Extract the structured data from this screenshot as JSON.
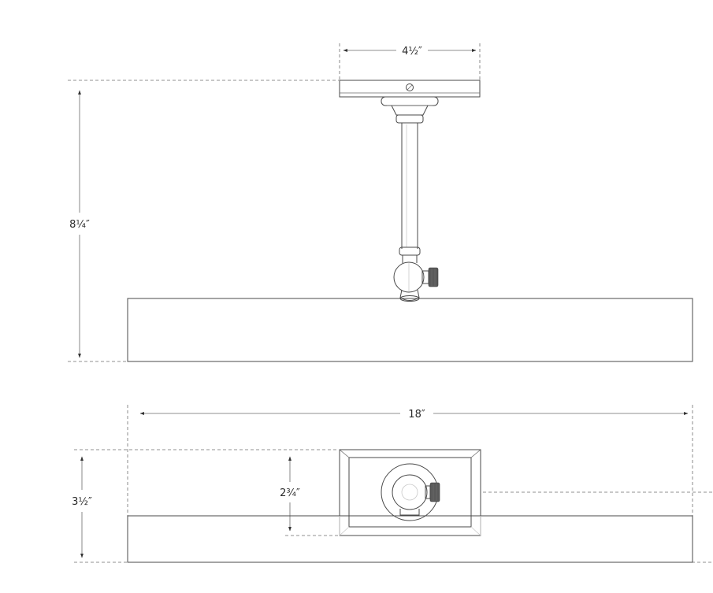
{
  "dimensions": {
    "canopy_width": "4½″",
    "overall_height": "8¼″",
    "shade_length": "18″",
    "overall_depth": "3½″",
    "canopy_depth": "2¾″"
  },
  "colors": {
    "line": "#4a4a4a",
    "knob": "#5a5a5a",
    "background": "#ffffff"
  }
}
